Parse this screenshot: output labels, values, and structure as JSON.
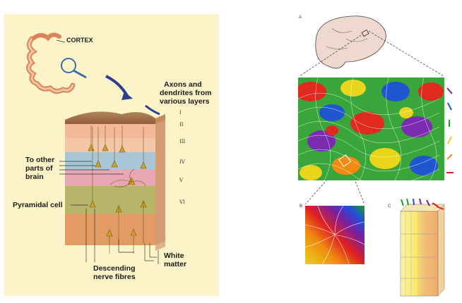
{
  "left_figure": {
    "cortex_label": "CORTEX",
    "axons_label_lines": [
      "Axons and",
      "dendrites from",
      "various layers"
    ],
    "to_other_lines": [
      "To other",
      "parts of",
      "brain"
    ],
    "pyramidal_label": "Pyramidal cell",
    "white_matter_lines": [
      "White",
      "matter"
    ],
    "descending_lines": [
      "Descending",
      "nerve fibres"
    ],
    "layers": [
      "I",
      "II",
      "III",
      "IV",
      "V",
      "VI"
    ]
  },
  "right_figure": {
    "panel_labels": [
      "A",
      "B",
      "C"
    ],
    "orientation_colors": [
      "#7a1fa2",
      "#1f4fd6",
      "#1f9e2a",
      "#e6d21a",
      "#f08a10",
      "#e02020"
    ]
  }
}
